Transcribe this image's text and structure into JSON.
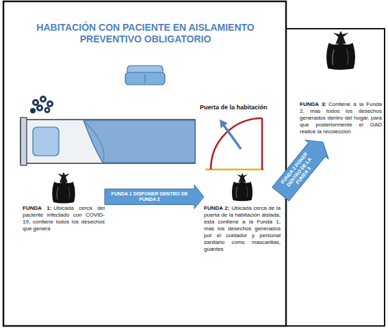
{
  "diagram": {
    "title": "HABITACIÓN CON PACIENTE EN AISLAMIENTO PREVENTIVO OBLIGATORIO",
    "nodes": [
      {
        "text": [
          "FUNDA 1:",
          "Ubicada cerca del paciente infectado con COVID-19, contiene todos los desechos que genera"
        ]
      },
      {
        "text": [
          "FUNDA 2:",
          "Ubicada cerca de la puerta de la habitación aislada, esta contiene a la Funda 1, mas los desechos generados por el cuidador y personal sanitario como mascarillas, guantes"
        ]
      },
      {
        "text": [
          "FUNDA 3:",
          "Contiene a la Funda 2, mas todos los desechos generados dentro del hogar, para que posteriormente el GAD realice la recolección"
        ]
      }
    ],
    "edges": [
      {
        "from": 0,
        "to": 1,
        "label": "FUNDA 1 DISPONER DENTRO DE FUNDA 2",
        "arrow": "to"
      },
      {
        "from": 1,
        "to": 2,
        "label": "FUNDA 2 PONER DENTRO DE LA FUNDA 3",
        "arrow": "to"
      }
    ],
    "labels": [
      "Puerta de la habitación"
    ]
  }
}
